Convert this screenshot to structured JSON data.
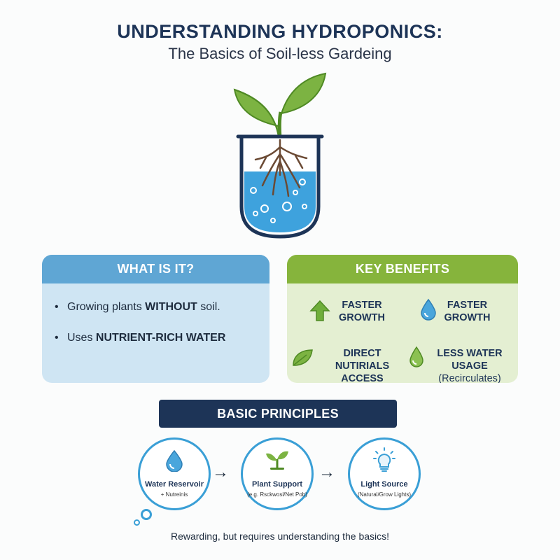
{
  "header": {
    "title": "UNDERSTANDING HYDROPONICS:",
    "subtitle": "The Basics of Soil-less Gardeing"
  },
  "what_is_it": {
    "heading": "WHAT IS IT?",
    "bullets": [
      {
        "prefix": "Growing plants ",
        "bold": "WITHOUT",
        "suffix": " soil."
      },
      {
        "prefix": "Uses ",
        "bold": "NUTRIENT-RICH WATER",
        "suffix": ""
      }
    ]
  },
  "key_benefits": {
    "heading": "KEY BENEFITS",
    "items": [
      {
        "line1": "FASTER",
        "line2": "GROWTH",
        "icon": "up-arrow-icon"
      },
      {
        "line1": "FASTER",
        "line2": "GROWTH",
        "icon": "water-drop-icon"
      },
      {
        "line1": "DIRECT NUTIRIALS",
        "line2": "ACCESS",
        "icon": "leaf-icon"
      },
      {
        "line1": "LESS WATER USAGE",
        "line2": "(Recirculates)",
        "icon": "water-drop-leaf-icon"
      }
    ]
  },
  "principles": {
    "heading": "BASIC PRINCIPLES",
    "steps": [
      {
        "label": "Water Reservoir",
        "sub": "+ Nutreinis",
        "icon": "water-drop-icon"
      },
      {
        "label": "Plant Support",
        "sub": "(e.g. Rsckwosl/Net Pob)",
        "icon": "sprout-icon"
      },
      {
        "label": "Light Source",
        "sub": "(Natural/Grow Lights)",
        "icon": "light-bulb-icon"
      }
    ]
  },
  "footer": "Rewarding, but requires understanding the basics!",
  "colors": {
    "navy": "#1d3457",
    "blue": "#3a9fd6",
    "green": "#86b43c",
    "light_blue_panel": "#cfe5f3",
    "light_green_panel": "#e4efd2"
  }
}
